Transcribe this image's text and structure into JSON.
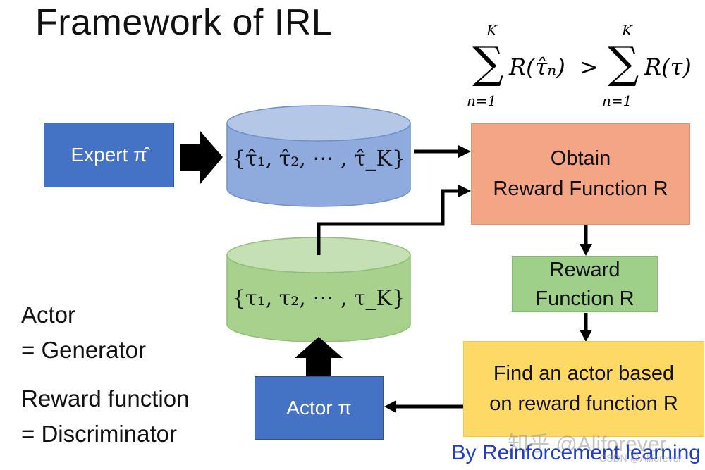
{
  "title": "Framework of IRL",
  "expert_box": {
    "label": "Expert π̂"
  },
  "expert_trajectories": {
    "label": "{τ̂₁, τ̂₂, ⋯ , τ̂_K}"
  },
  "obtain_box": {
    "line1": "Obtain",
    "line2": "Reward Function R"
  },
  "reward_box": {
    "line1": "Reward",
    "line2": "Function R"
  },
  "find_box": {
    "line1": "Find an actor based",
    "line2": "on reward function R"
  },
  "actor_box": {
    "label": "Actor π"
  },
  "actor_trajectories": {
    "label": "{τ₁, τ₂, ⋯ , τ_K}"
  },
  "equation": {
    "sum_upper": "K",
    "sum_lower": "n=1",
    "lhs": "R(τ̂ₙ)",
    "op": ">",
    "rhs": "R(τ)"
  },
  "side_notes": {
    "actor": "Actor",
    "actor_eq": "= Generator",
    "reward": "Reward function",
    "reward_eq": "= Discriminator"
  },
  "credit": "By Reinforcement learning",
  "watermark": {
    "main": "知乎 @Aliforever",
    "sub": "CSDN @Aliforever"
  },
  "colors": {
    "blue_box": "#4472c4",
    "blue_cylinder": "#8faadc",
    "green_cylinder": "#a9d18e",
    "orange_box": "#f4a585",
    "green_box": "#9ed08a",
    "yellow_box": "#ffd966",
    "credit_text": "#1f3fbf"
  }
}
